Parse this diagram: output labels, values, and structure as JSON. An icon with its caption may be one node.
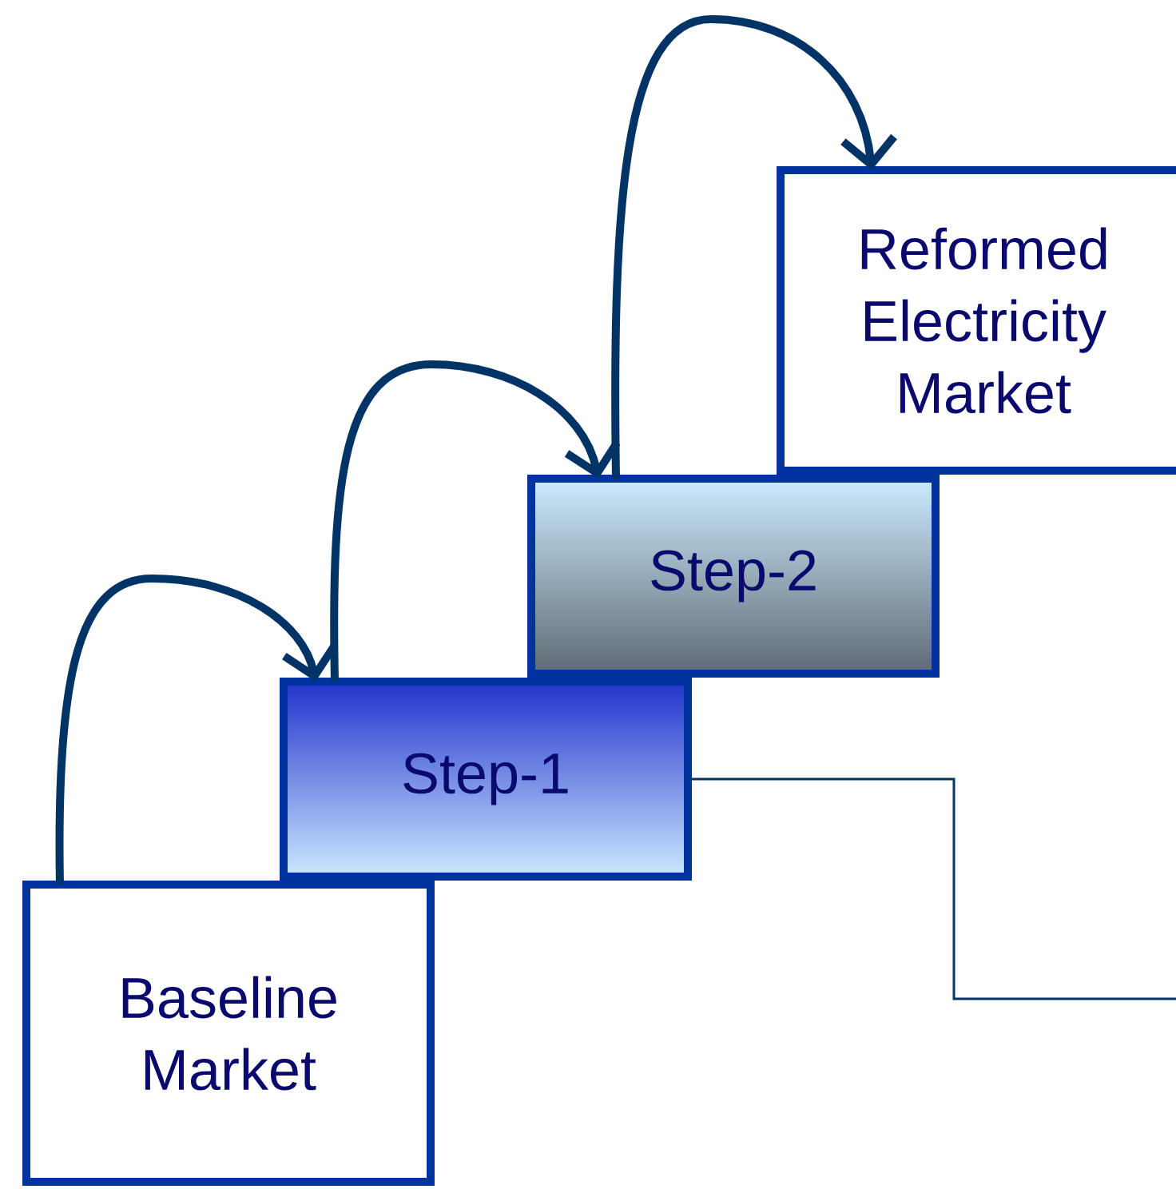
{
  "diagram": {
    "nodes": [
      {
        "text": [
          "Baseline Market"
        ]
      },
      {
        "text": [
          "Step-1"
        ]
      },
      {
        "text": [
          "Step-2"
        ]
      },
      {
        "text": [
          "Reformed Electricity Market"
        ]
      }
    ],
    "edges": [
      {
        "from": 0,
        "to": 1,
        "arrow": "to"
      },
      {
        "from": 1,
        "to": 2,
        "arrow": "to"
      },
      {
        "from": 2,
        "to": 3,
        "arrow": "to"
      },
      {
        "from": 1,
        "to": null,
        "arrow": "none"
      }
    ]
  }
}
